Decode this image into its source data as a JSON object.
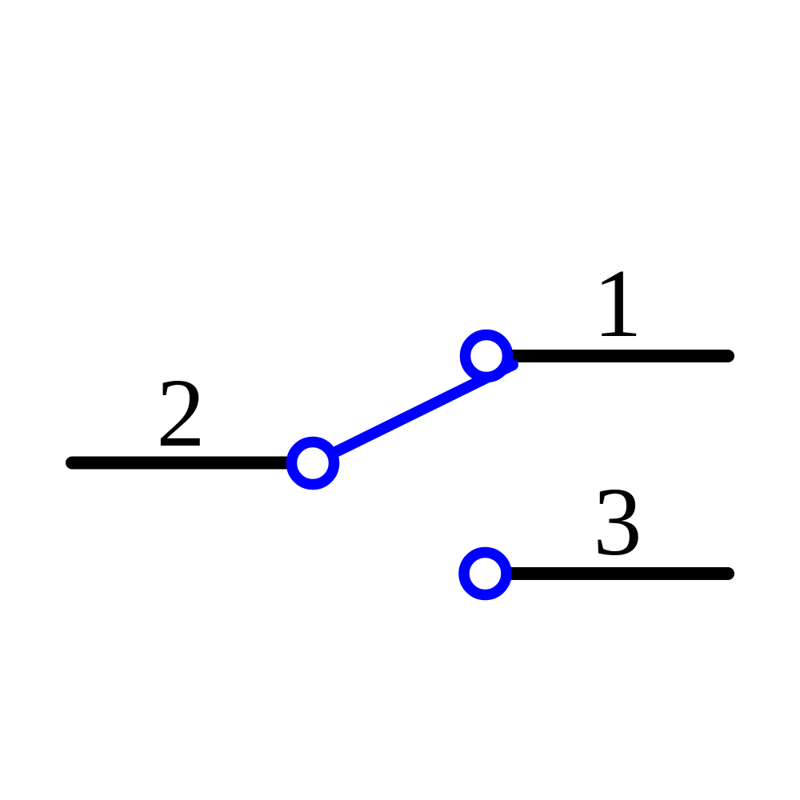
{
  "schematic": {
    "component": "spdt-switch",
    "terminals": [
      {
        "id": "1",
        "label": "1",
        "position": "right-top"
      },
      {
        "id": "2",
        "label": "2",
        "position": "left"
      },
      {
        "id": "3",
        "label": "3",
        "position": "right-bottom"
      }
    ],
    "lever": {
      "connects_from": "2",
      "connects_to": "1"
    },
    "colors": {
      "wire": "#000000",
      "label": "#000000",
      "lever": "#0000ff",
      "contact_ring": "#0000ff",
      "contact_fill": "#ffffff",
      "background": "#ffffff"
    }
  }
}
